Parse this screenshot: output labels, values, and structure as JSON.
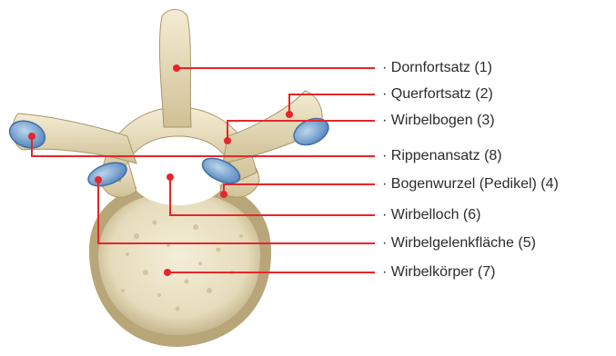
{
  "image": {
    "subject": "vertebra-superior-view",
    "colors": {
      "bone_light": "#f2ead2",
      "bone_mid": "#ddd0a8",
      "bone_dark": "#a8976a",
      "cartilage": "#8fb4d8",
      "cartilage_dark": "#3f6fa8",
      "leader": "#e8252a",
      "text": "#2b2b2b"
    }
  },
  "labels": [
    {
      "text": "· Dornfortsatz (1)"
    },
    {
      "text": "· Querfortsatz (2)"
    },
    {
      "text": "· Wirbelbogen (3)"
    },
    {
      "text": "· Rippenansatz (8)"
    },
    {
      "text": "· Bogenwurzel (Pedikel) (4)"
    },
    {
      "text": "· Wirbelloch (6)"
    },
    {
      "text": "· Wirbelgelenkfläche (5)"
    },
    {
      "text": "· Wirbelkörper (7)"
    }
  ]
}
